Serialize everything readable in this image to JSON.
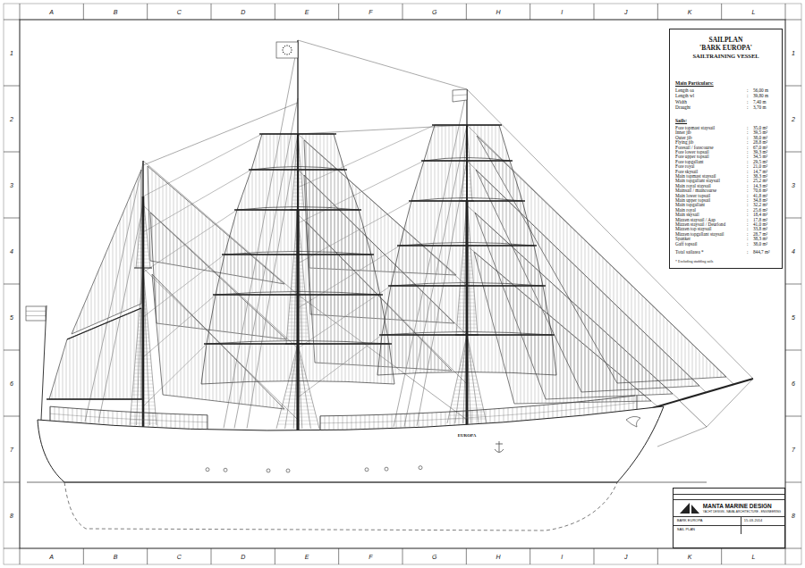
{
  "diagram": {
    "nodes": [
      {
        "text": [
          "SAILPLAN",
          "'BARK EUROPA'",
          "SAILTRAINING VESSEL",
          "Main Particulars:",
          "Length oa",
          ":",
          "56,00 m",
          "Length wl",
          ":",
          "39,80 m",
          "Width",
          ":",
          "7,40 m",
          "Draught",
          ":",
          "3,70 m",
          "Sails:",
          "Fore topmast staysail",
          ":",
          "35,0 m²",
          "Inner jib",
          ":",
          "39,5 m²",
          "Outer jib",
          ":",
          "38,0 m²",
          "Flying jib",
          ":",
          "28,8 m²",
          "Foresail / forecourse",
          ":",
          "67,0 m²",
          "Fore lower topsail",
          ":",
          "39,3 m²",
          "Fore upper topsail",
          ":",
          "34,5 m²",
          "Fore topgallant",
          ":",
          "29,5 m²",
          "Fore royal",
          ":",
          "21,0 m²",
          "Fore skysail",
          ":",
          "14,7 m²",
          "Main topmast staysail",
          ":",
          "38,3 m²",
          "Main topgallant staysail",
          ":",
          "25,2 m²",
          "Main royal staysail",
          ":",
          "14,3 m²",
          "Mainsail / maincourse",
          ":",
          "70,6 m²",
          "Main lower topsail",
          ":",
          "41,8 m²",
          "Main upper topsail",
          ":",
          "34,8 m²",
          "Main topgallant",
          ":",
          "32,2 m²",
          "Main royal",
          ":",
          "25,6 m²",
          "Main skysail",
          ":",
          "18,4 m²",
          "Mizzen staysail / Aap",
          ":",
          "17,8 m²",
          "Mizzen staysail / Deurlond",
          ":",
          "41,0 m²",
          "Mizzen top staysail",
          ":",
          "33,8 m²",
          "Mizzen topgallant staysail",
          ":",
          "28,7 m²",
          "Spanker",
          ":",
          "38,3 m²",
          "Gaff topsail",
          ":",
          "38,0 m²",
          "Total sailarea *",
          ":",
          "844,7 m²",
          "* Excluding studding sails"
        ]
      },
      {
        "text": [
          "MANTA MARINE DESIGN",
          "YACHT DESIGN - NAVAL ARCHITECTURE - ENGINEERING",
          "BARK EUROPA",
          "15-03-2014",
          "SAIL PLAN"
        ]
      }
    ],
    "labels": [
      "A",
      "B",
      "C",
      "D",
      "E",
      "F",
      "G",
      "H",
      "I",
      "J",
      "K",
      "L",
      "A",
      "B",
      "C",
      "D",
      "E",
      "F",
      "G",
      "H",
      "I",
      "J",
      "K",
      "L",
      "1",
      "2",
      "3",
      "4",
      "5",
      "6",
      "7",
      "8",
      "1",
      "2",
      "3",
      "4",
      "5",
      "6",
      "7",
      "8",
      "EUROPA"
    ]
  }
}
